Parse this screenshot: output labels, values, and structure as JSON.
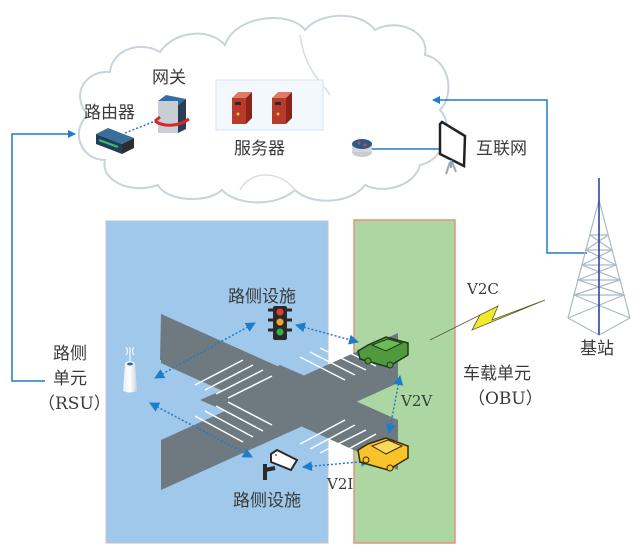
{
  "diagram": {
    "title": "",
    "cloud": {
      "router_label": "路由器",
      "gateway_label": "网关",
      "servers_label": "服务器",
      "internet_label": "互联网"
    },
    "rsu": {
      "label_line1": "路侧",
      "label_line2": "单元",
      "label_line3": "（RSU）"
    },
    "roadside_top_label": "路侧设施",
    "roadside_bottom_label": "路侧设施",
    "links": {
      "v2v": "V2V",
      "v2i": "V2I",
      "v2c": "V2C"
    },
    "obu": {
      "label_line1": "车载单元",
      "label_line2": "（OBU）"
    },
    "base_station_label": "基站",
    "colors": {
      "rsu_zone": "#9fc8ea",
      "obu_zone": "#acd7a3",
      "obu_border": "#e8907a",
      "road": "#6f7a80",
      "link_blue": "#1e7cc8",
      "car_green": "#4f9a3c",
      "car_yellow": "#f7c52a",
      "bolt_yellow": "#f3ea2a"
    }
  }
}
